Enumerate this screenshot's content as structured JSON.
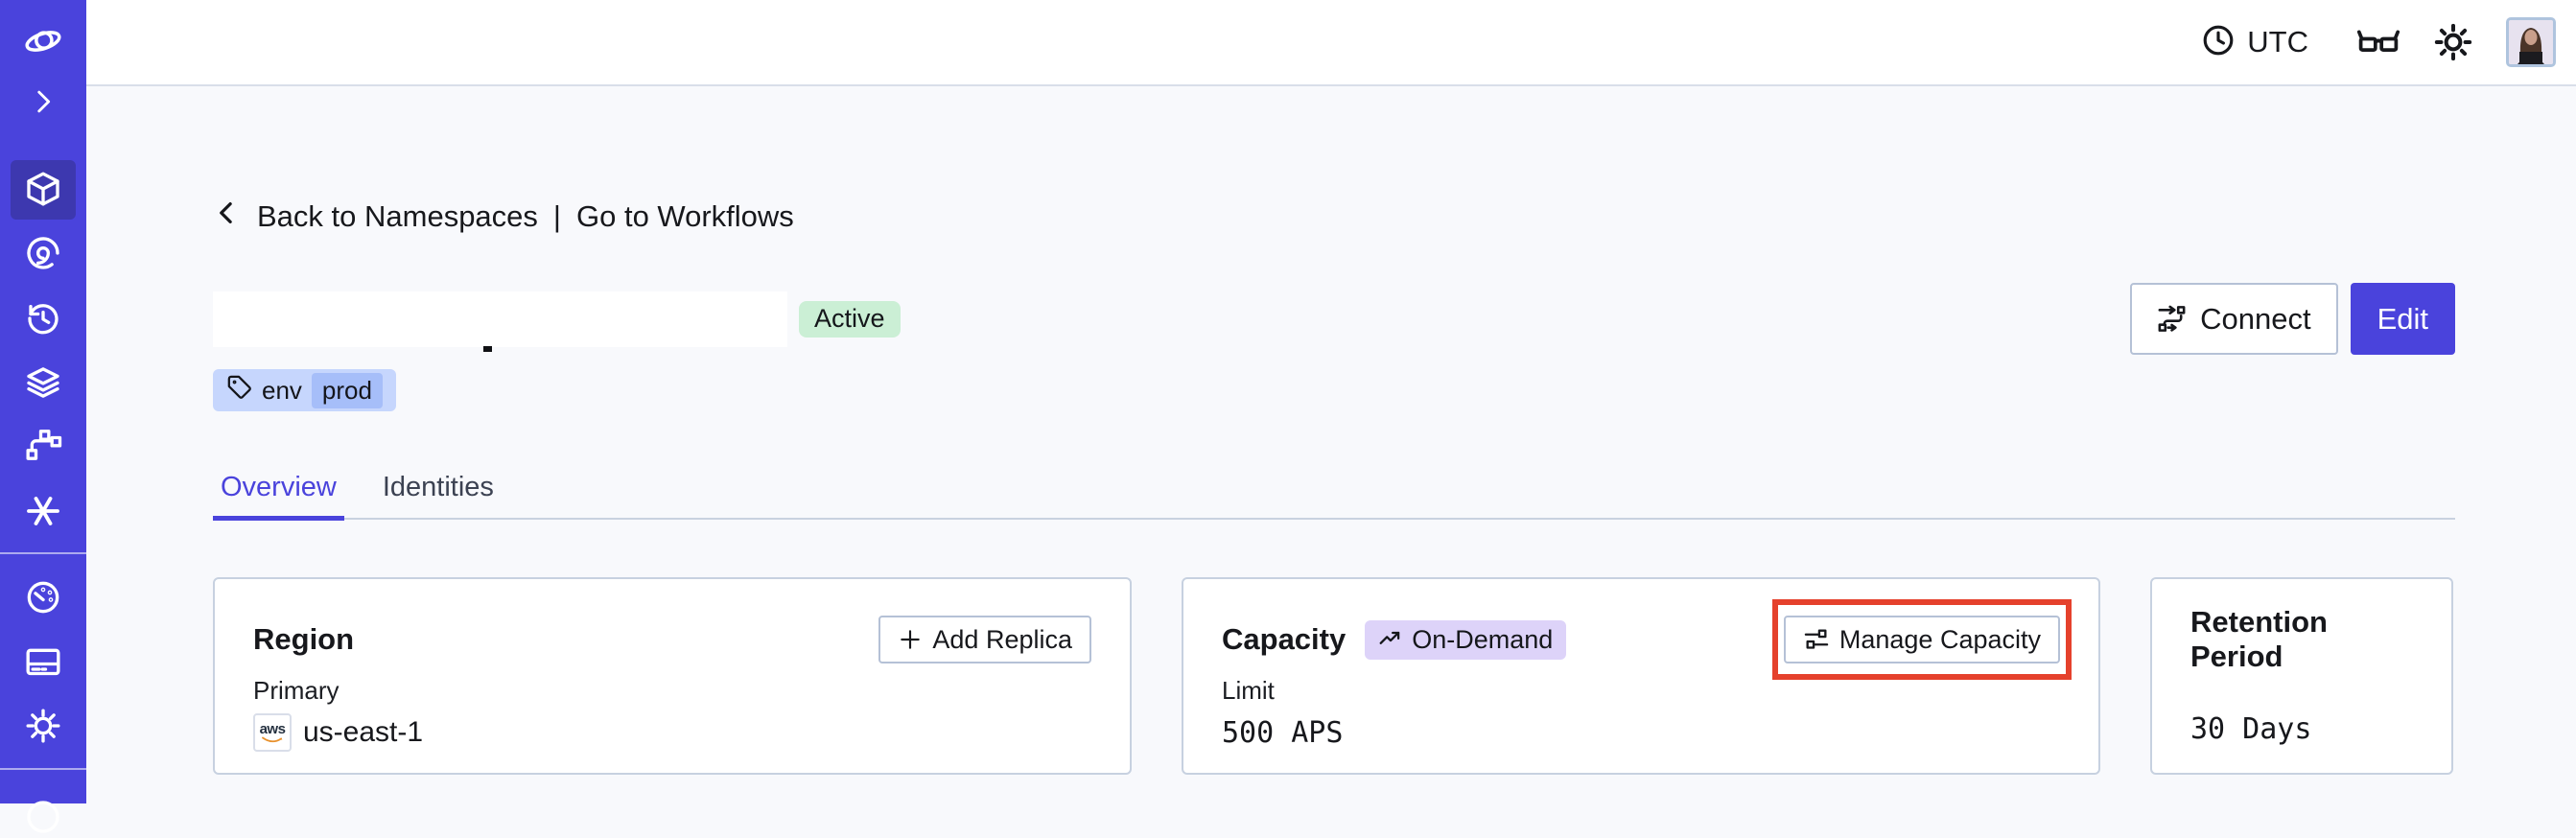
{
  "colors": {
    "sidebar": "#4A43DC",
    "sidebar_active": "#3D38AF",
    "accent_indigo": "#4A43DC",
    "page_background": "#F8F9FC",
    "status_green_bg": "#CBEFD5",
    "tag_bg": "#C6D6FD",
    "tag_chip_bg": "#A6BEF9",
    "ondemand_bg": "#DDD3F9",
    "highlight_red": "#E5412C",
    "card_border": "#C7D1E0"
  },
  "sidebar": {
    "icons": [
      "temporal-logo",
      "expand-chevron",
      "namespaces-cube-active",
      "workflows-spiral",
      "schedules-history",
      "deployments-layers",
      "nexus-pipeline",
      "batch-asterisk",
      "usage-gauge",
      "billing-card",
      "settings-gear",
      "support-partial"
    ]
  },
  "header": {
    "timezone_label": "UTC",
    "icons": [
      "clock-icon",
      "glasses-icon",
      "theme-sun-icon",
      "user-avatar"
    ]
  },
  "breadcrumb": {
    "back": "Back to Namespaces",
    "separator": "|",
    "forward": "Go to Workflows"
  },
  "namespace_header": {
    "name_redacted": true,
    "status": "Active",
    "tag": {
      "key": "env",
      "value": "prod"
    },
    "connect_label": "Connect",
    "edit_label": "Edit"
  },
  "tabs": [
    {
      "label": "Overview",
      "active": true
    },
    {
      "label": "Identities",
      "active": false
    }
  ],
  "cards": {
    "region": {
      "title": "Region",
      "button": "Add Replica",
      "label": "Primary",
      "provider": "aws",
      "value": "us-east-1"
    },
    "capacity": {
      "title": "Capacity",
      "badge": "On-Demand",
      "button": "Manage Capacity",
      "button_highlighted": true,
      "label": "Limit",
      "value": "500 APS"
    },
    "retention": {
      "title": "Retention Period",
      "value": "30 Days"
    }
  }
}
